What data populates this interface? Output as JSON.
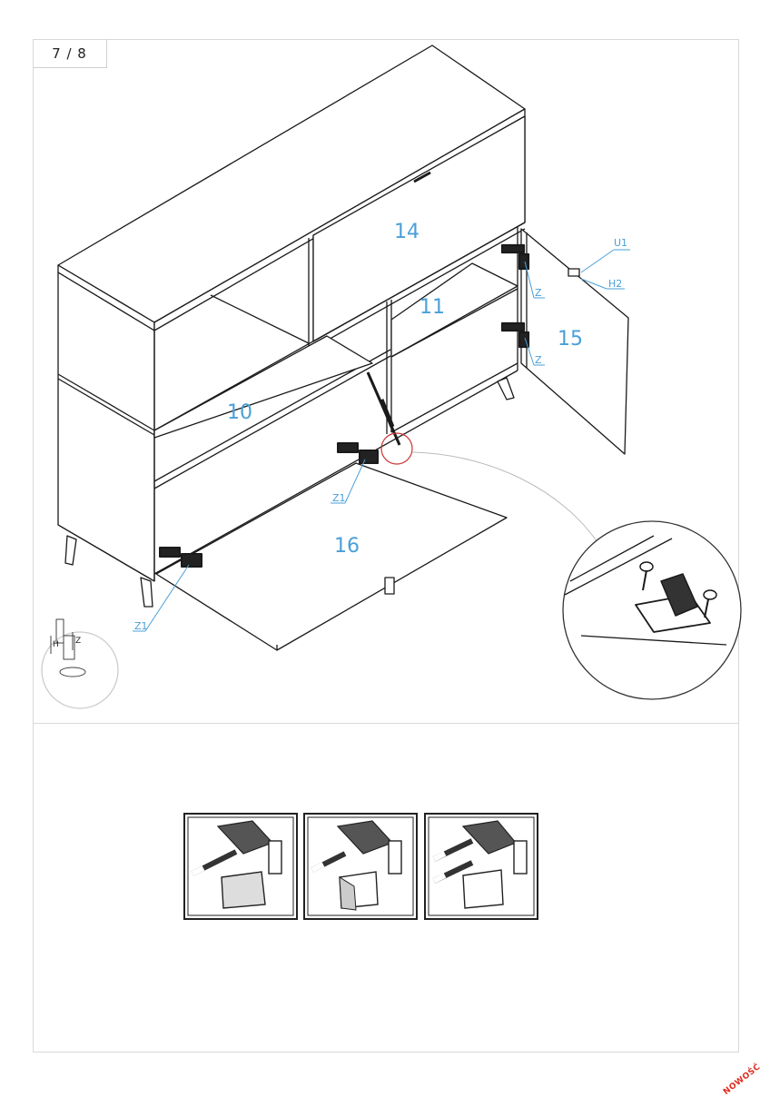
{
  "page": {
    "number": "7 / 8",
    "stamp": "NOWOŚĆ"
  },
  "parts": {
    "p14": "14",
    "p11": "11",
    "p10": "10",
    "p15": "15",
    "p16": "16"
  },
  "hardware": {
    "u1": "U1",
    "h2": "H2",
    "z_upper": "Z",
    "z_lower": "Z",
    "z1_middle": "Z1",
    "z1_left": "Z1"
  },
  "detail_inset": {
    "h": "H",
    "z": "Z"
  },
  "colors": {
    "line": "#1a1a1a",
    "label": "#4a9fd8",
    "stamp": "#e02a1d"
  }
}
